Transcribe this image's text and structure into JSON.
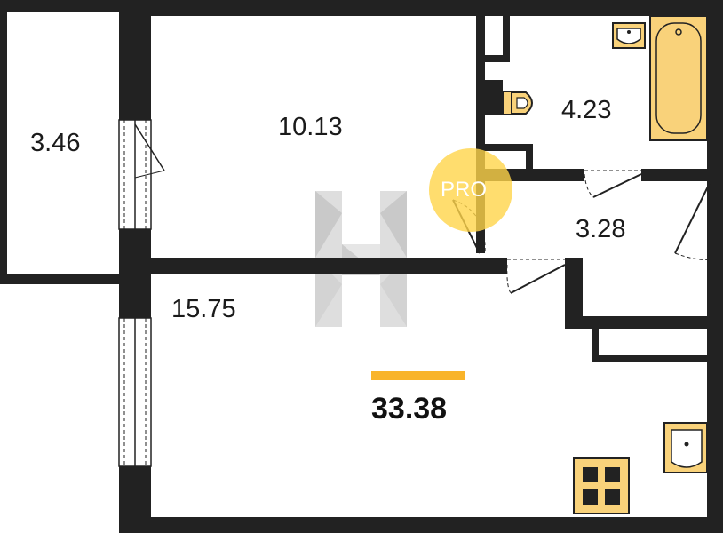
{
  "plan": {
    "rooms": [
      {
        "id": "balcony",
        "area": "3.46"
      },
      {
        "id": "room",
        "area": "10.13"
      },
      {
        "id": "bathroom",
        "area": "4.23"
      },
      {
        "id": "hallway",
        "area": "3.28"
      },
      {
        "id": "kitchen-living",
        "area": "15.75"
      }
    ],
    "total_area": "33.38",
    "badge_text": "PRO",
    "colors": {
      "wall": "#222222",
      "accent": "#f9b42a",
      "fixture_fill": "#f9d27a",
      "watermark": "#9e9e9e",
      "badge": "#ffd54a"
    },
    "icons": [
      "logo-h-watermark",
      "bathtub-icon",
      "toilet-icon",
      "sink-icon",
      "stove-icon",
      "kitchen-sink-icon"
    ]
  }
}
